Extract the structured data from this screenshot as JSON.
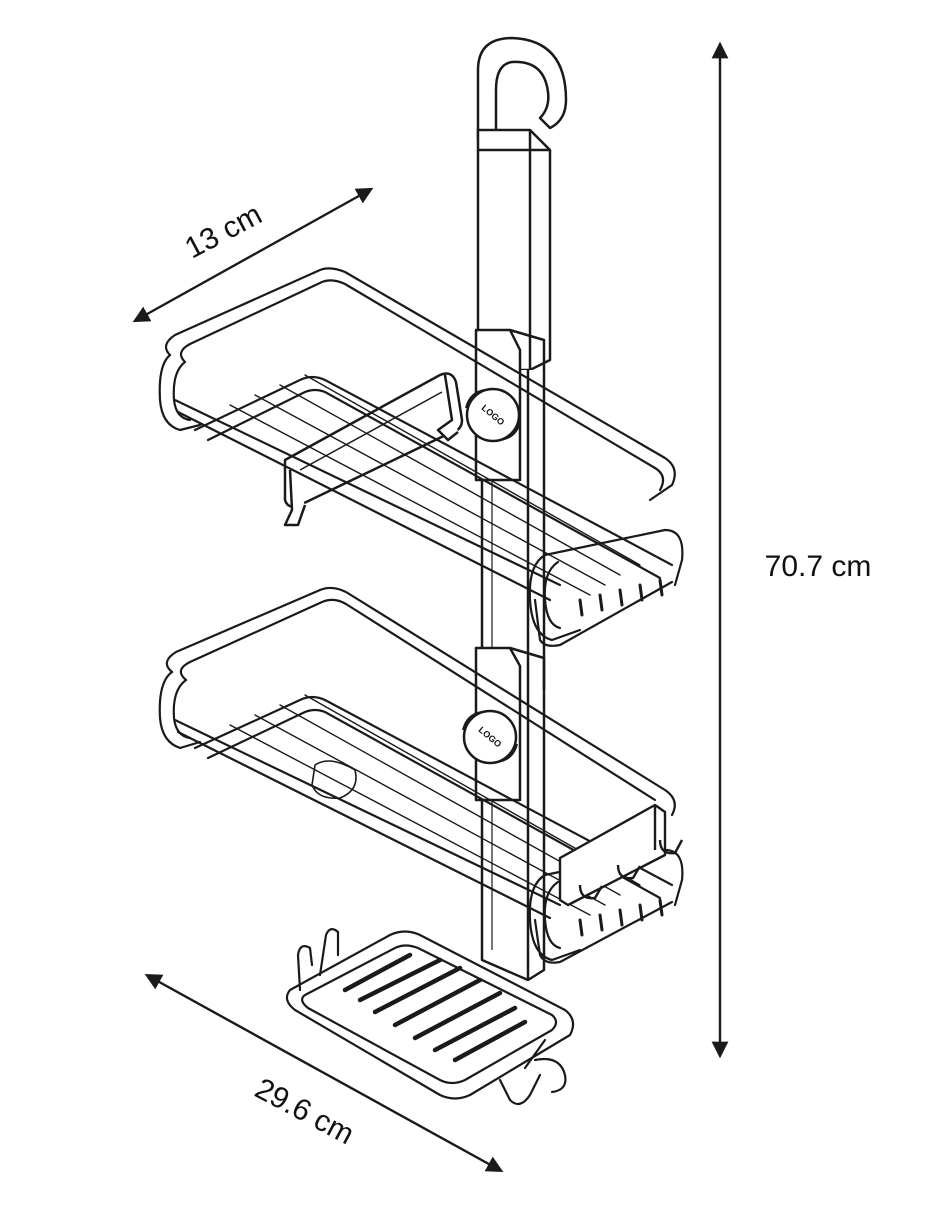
{
  "dimensions": {
    "depth": {
      "label": "13 cm"
    },
    "height": {
      "label": "70.7 cm"
    },
    "width": {
      "label": "29.6 cm"
    }
  },
  "product": {
    "logo_upper": "LOGO",
    "logo_lower": "LOGO"
  },
  "colors": {
    "line": "#1a1a1a",
    "fill_light": "#f4f4f4",
    "pole": "#6b6b6b",
    "background": "#ffffff"
  }
}
